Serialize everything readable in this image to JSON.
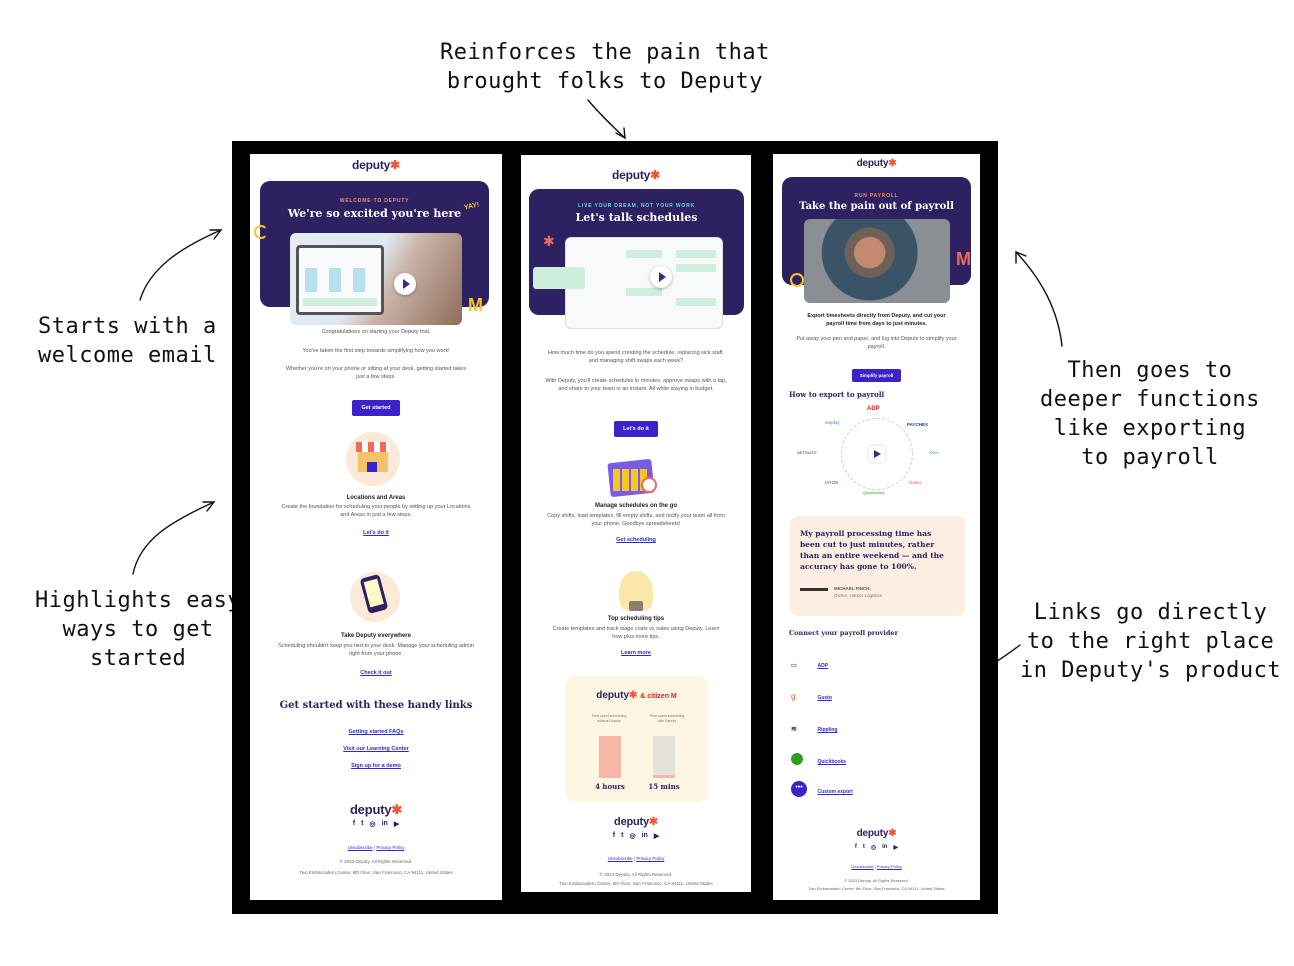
{
  "annotations": {
    "top": [
      "Reinforces the pain that",
      "brought folks to Deputy"
    ],
    "left_top": [
      "Starts with a",
      "welcome email"
    ],
    "left_bottom": [
      "Highlights easy",
      "ways to get",
      "started"
    ],
    "right_top": [
      "Then goes to",
      "deeper functions",
      "like exporting",
      "to payroll"
    ],
    "right_bottom": [
      "Links go directly",
      "to the right place",
      "in Deputy's product"
    ]
  },
  "brand": {
    "logo_text": "deputy",
    "logo_mark": "✱",
    "accent": "#f0553a",
    "primary": "#2d2161",
    "button": "#3b22c9"
  },
  "email1": {
    "eyebrow": "WELCOME TO DEPUTY",
    "title": "We're so excited you're here",
    "yay": "YAY!",
    "p1": "Congratulations on starting your Deputy trial.",
    "p2": "You've taken the first step towards simplifying how you work!",
    "p3": "Whether you're on your phone or sitting at your desk, getting started takes just a few steps.",
    "cta": "Get started",
    "f1_title": "Locations and Areas",
    "f1_text": "Create the foundation for scheduling your people by setting up your Locations and Areas in just a few steps.",
    "f1_link": "Let's do it",
    "f2_title": "Take Deputy everywhere",
    "f2_text": "Scheduling shouldn't keep you tied to your desk. Manage your scheduling admin right from your phone.",
    "f2_link": "Check it out",
    "links_title": "Get started with these handy links",
    "links": [
      "Getting started FAQs",
      "Visit our Learning Center",
      "Sign up for a demo"
    ],
    "footer_links": [
      "Unsubscribe",
      "Privacy Policy"
    ],
    "copyright": "© 2023 Deputy. All Rights Reserved.",
    "address": "Two Embarcadero Center, 8th Floor, San Francisco, CA 94111, United States"
  },
  "email2": {
    "eyebrow": "LIVE YOUR DREAM, NOT YOUR WORK",
    "title": "Let's talk schedules",
    "p1": "How much time do you spend creating the schedule, replacing sick staff, and managing shift swaps each week?",
    "p2": "With Deputy, you'll create schedules in minutes, approve swaps with a tap, and share to your team in an instant. All while staying in budget.",
    "cta": "Let's do it",
    "f1_title": "Manage schedules on the go",
    "f1_text": "Copy shifts, load templates, fill empty shifts, and notify your team all from your phone. Goodbye spreadsheets!",
    "f1_link": "Get scheduling",
    "f2_title": "Top scheduling tips",
    "f2_text": "Create templates and track wage costs vs sales using Deputy. Learn how plus more tips.",
    "f2_link": "Learn more",
    "partner": "& citizen M",
    "bar1_label": "Time spent scheduling without Deputy",
    "bar2_label": "Time spent scheduling with Deputy",
    "bar1_value": "4 hours",
    "bar2_value": "15 mins",
    "footer_links": [
      "Unsubscribe",
      "Privacy Policy"
    ],
    "copyright": "© 2023 Deputy. All Rights Reserved.",
    "address": "Two Embarcadero Center, 8th Floor, San Francisco, CA 94111, United States"
  },
  "email3": {
    "eyebrow": "RUN PAYROLL",
    "title": "Take the pain out of payroll",
    "p1": "Export timesheets directly from Deputy, and cut your payroll time from days to just minutes.",
    "p2": "Put away your pen and paper, and log into Deputy to simplify your payroll.",
    "cta": "Simplify payroll",
    "how_title": "How to export to payroll",
    "providers_ring": [
      "ADP",
      "employ",
      "PAYCHEX",
      "NETSUITE",
      "Xero",
      "MYOB",
      "QuickBooks",
      "Gusto"
    ],
    "quote": "My payroll processing time has been cut to just minutes, rather than an entire weekend — and the accuracy has gone to 100%.",
    "quote_name": "MICHAEL FINCH,",
    "quote_role": "Owner, Harper Logistics",
    "connect_title": "Connect your payroll provider",
    "providers": [
      "ADP",
      "Gusto",
      "Rippling",
      "Quickbooks",
      "Custom export"
    ],
    "footer_links": [
      "Unsubscribe",
      "Privacy Policy"
    ],
    "copyright": "© 2023 Deputy. All Rights Reserved.",
    "address": "Two Embarcadero Center, 8th Floor, San Francisco, CA 94111, United States"
  }
}
